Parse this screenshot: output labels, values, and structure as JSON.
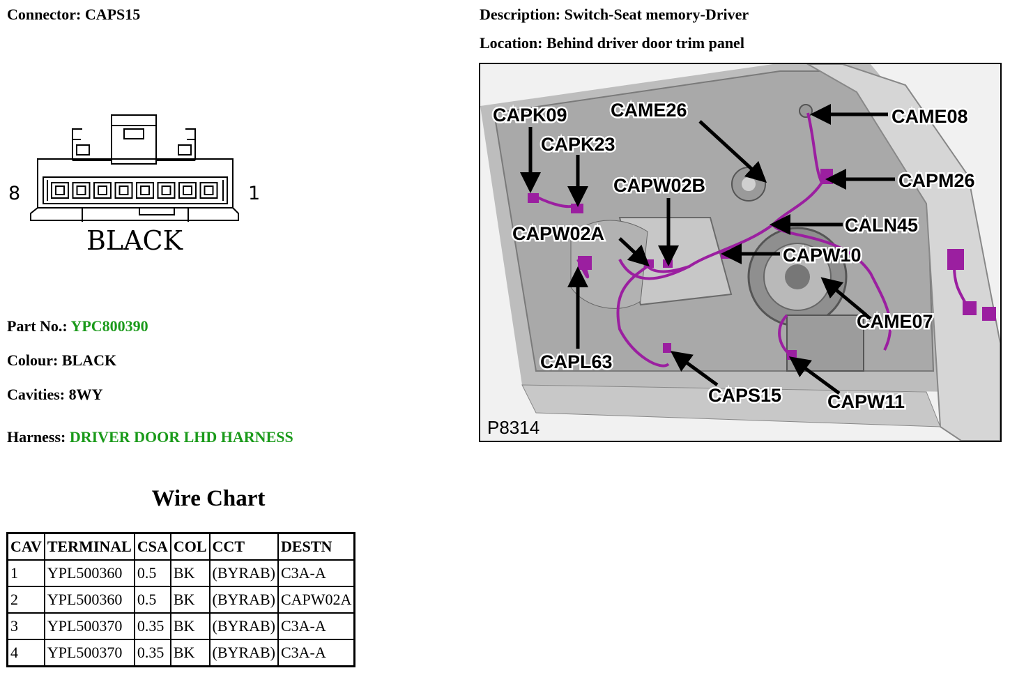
{
  "connector": {
    "label": "Connector:",
    "value": "CAPS15"
  },
  "description": {
    "label": "Description:",
    "value": "Switch-Seat memory-Driver"
  },
  "location": {
    "label": "Location:",
    "value": "Behind driver door trim panel"
  },
  "connector_face": {
    "left_number": "8",
    "right_number": "1",
    "colour_text": "BLACK",
    "cavity_count": 8
  },
  "part_no": {
    "label": "Part No.:",
    "value": "YPC800390"
  },
  "colour": {
    "label": "Colour:",
    "value": "BLACK"
  },
  "cavities": {
    "label": "Cavities:",
    "value": "8WY"
  },
  "harness": {
    "label": "Harness:",
    "value": "DRIVER DOOR LHD HARNESS"
  },
  "link_color": "#1a9a1a",
  "harness_wire_color": "#9b1fa0",
  "wire_chart": {
    "title": "Wire Chart",
    "headers": [
      "CAV",
      "TERMINAL",
      "CSA",
      "COL",
      "CCT",
      "DESTN"
    ],
    "rows": [
      [
        "1",
        "YPL500360",
        "0.5",
        "BK",
        "(BYRAB)",
        "C3A-A"
      ],
      [
        "2",
        "YPL500360",
        "0.5",
        "BK",
        "(BYRAB)",
        "CAPW02A"
      ],
      [
        "3",
        "YPL500370",
        "0.35",
        "BK",
        "(BYRAB)",
        "C3A-A"
      ],
      [
        "4",
        "YPL500370",
        "0.35",
        "BK",
        "(BYRAB)",
        "C3A-A"
      ]
    ]
  },
  "figure": {
    "id": "P8314",
    "callouts": [
      "CAPK09",
      "CAME26",
      "CAME08",
      "CAPK23",
      "CAPM26",
      "CAPW02B",
      "CALN45",
      "CAPW02A",
      "CAPW10",
      "CAME07",
      "CAPL63",
      "CAPS15",
      "CAPW11"
    ]
  }
}
